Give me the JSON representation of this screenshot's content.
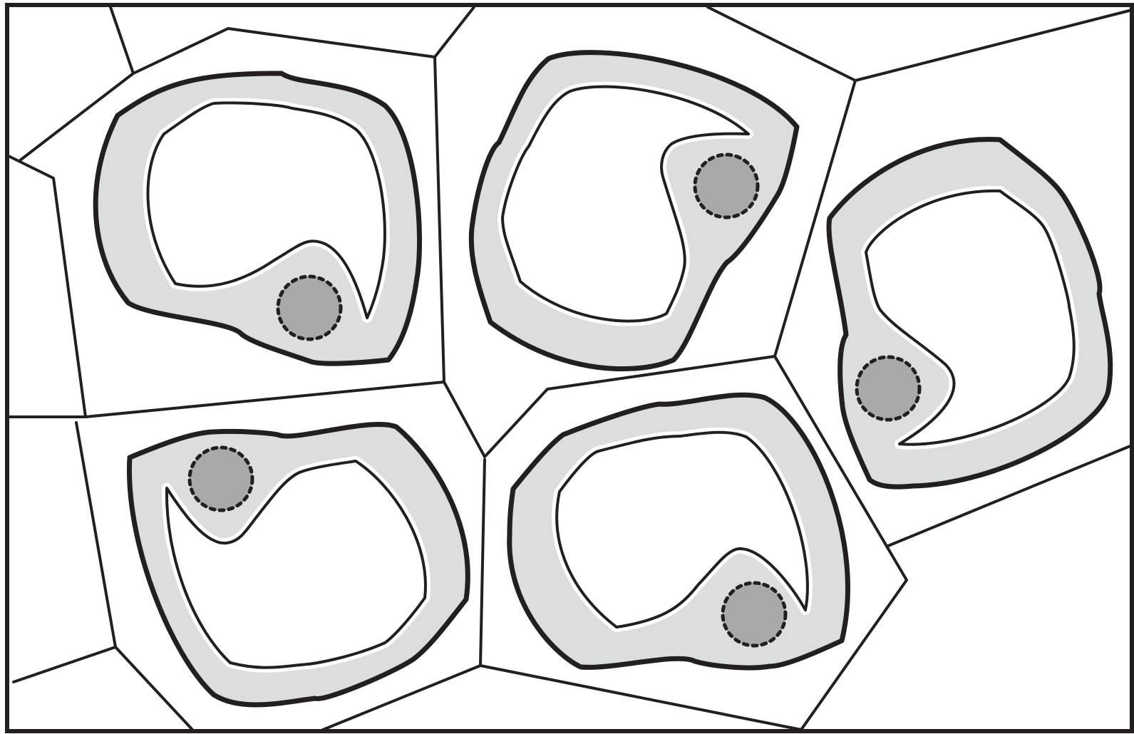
{
  "colors": {
    "outline": "#231f20",
    "cytoplasm": "#dcddde",
    "nucleus": "#a7a9ac",
    "vacuole": "#ffffff",
    "background": "#ffffff"
  },
  "cells": [
    {
      "cell": 1,
      "has_nucleus": true,
      "has_vacuole": true
    },
    {
      "cell": 2,
      "has_nucleus": true,
      "has_vacuole": true
    },
    {
      "cell": 3,
      "has_nucleus": true,
      "has_vacuole": true
    },
    {
      "cell": 4,
      "has_nucleus": true,
      "has_vacuole": true
    },
    {
      "cell": 5,
      "has_nucleus": true,
      "has_vacuole": true
    }
  ]
}
